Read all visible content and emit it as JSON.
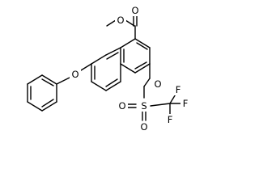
{
  "atoms": [
    {
      "id": "o_carbonyl",
      "label": "O"
    },
    {
      "id": "o_ester",
      "label": "O"
    },
    {
      "id": "o_phenoxy",
      "label": "O"
    },
    {
      "id": "o_triflate",
      "label": "O"
    },
    {
      "id": "o_sulfonyl_left",
      "label": "O"
    },
    {
      "id": "s_sulfonyl",
      "label": "S"
    },
    {
      "id": "o_sulfonyl_bottom",
      "label": "O"
    },
    {
      "id": "f_top",
      "label": "F"
    },
    {
      "id": "f_right",
      "label": "F"
    },
    {
      "id": "f_bottom",
      "label": "F"
    }
  ]
}
